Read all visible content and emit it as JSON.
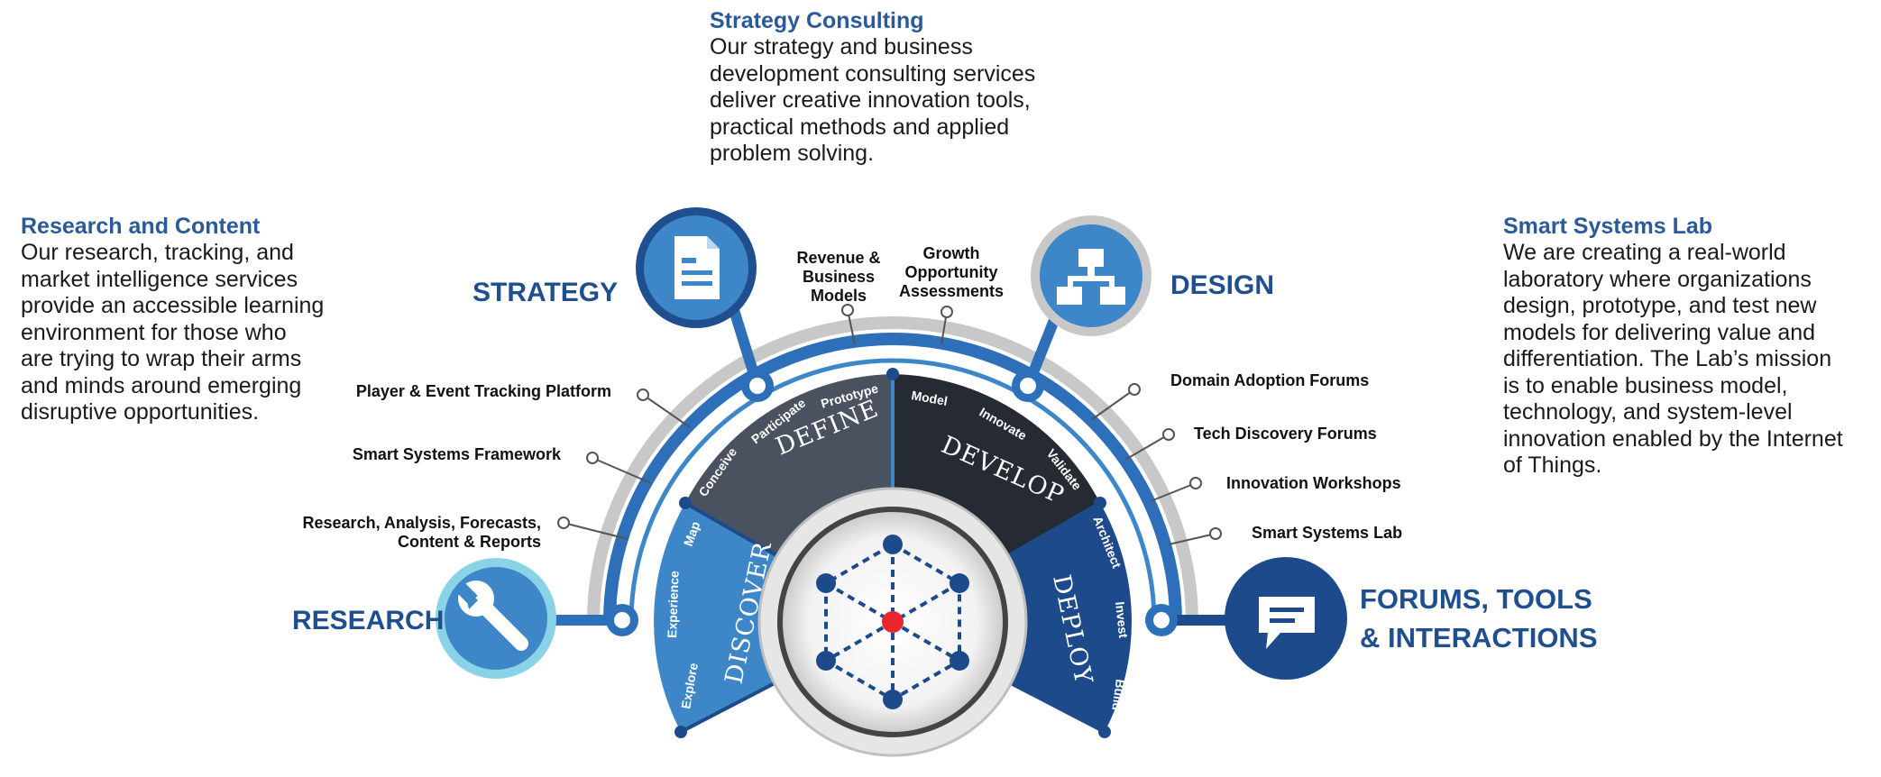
{
  "blocks": {
    "strategy_consulting": {
      "title": "Strategy Consulting",
      "lines": [
        "Our strategy and business",
        "development consulting services",
        "deliver creative innovation tools,",
        "practical methods and applied",
        "problem solving."
      ]
    },
    "research_content": {
      "title": "Research and Content",
      "lines": [
        "Our research, tracking, and",
        "market intelligence services",
        "provide an accessible learning",
        "environment for those who",
        "are trying to wrap their arms",
        "and minds around emerging",
        "disruptive opportunities."
      ]
    },
    "smart_systems_lab": {
      "title": "Smart Systems Lab",
      "lines": [
        "We are creating a real-world",
        "laboratory where organizations",
        "design, prototype, and test new",
        "models for delivering value and",
        "differentiation. The Lab’s mission",
        "is to enable business model,",
        "technology, and system-level",
        "innovation enabled by the Internet",
        "of Things."
      ]
    }
  },
  "pillars": {
    "strategy": "STRATEGY",
    "design": "DESIGN",
    "research": "RESEARCH",
    "forums_line1": "FORUMS, TOOLS",
    "forums_line2": "& INTERACTIONS"
  },
  "callouts": {
    "revenue": [
      "Revenue &",
      "Business",
      "Models"
    ],
    "growth": [
      "Growth",
      "Opportunity",
      "Assessments"
    ],
    "player": "Player & Event Tracking Platform",
    "framework": "Smart Systems Framework",
    "research_reports": [
      "Research, Analysis, Forecasts,",
      "Content & Reports"
    ],
    "domain": "Domain Adoption Forums",
    "tech": "Tech Discovery Forums",
    "workshops": "Innovation Workshops",
    "lab": "Smart Systems Lab"
  },
  "sectors": {
    "discover": "DISCOVER",
    "define": "DEFINE",
    "develop": "DEVELOP",
    "deploy": "DEPLOY"
  },
  "phases": {
    "explore": "Explore",
    "experience": "Experience",
    "map": "Map",
    "conceive": "Conceive",
    "participate": "Participate",
    "prototype": "Prototype",
    "model": "Model",
    "innovate": "Innovate",
    "validate": "Validate",
    "architect": "Architect",
    "invest": "Invest",
    "build": "Build"
  },
  "colors": {
    "title_blue": "#2a5a9a",
    "pillar_blue": "#1f4f8f",
    "ring_blue": "#2d6fb8",
    "discover": "#3d87c9",
    "define": "#4a5260",
    "develop": "#252a33",
    "deploy": "#1d4a8a",
    "hub_red": "#e8262b"
  },
  "icons": {
    "strategy": "document-icon",
    "design": "hierarchy-icon",
    "research": "wrench-icon",
    "forums": "chat-bubble-icon"
  }
}
